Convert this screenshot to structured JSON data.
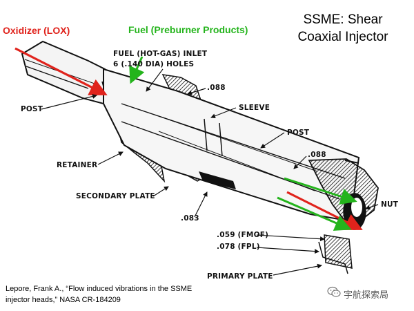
{
  "title": {
    "line1": "SSME: Shear",
    "line2": "Coaxial  Injector"
  },
  "flow_labels": {
    "oxidizer": "Oxidizer (LOX)",
    "fuel": "Fuel (Preburner Products)"
  },
  "callouts": {
    "fuel_inlet_line1": "FUEL (HOT-GAS) INLET",
    "fuel_inlet_line2": "6 (.140 DIA) HOLES",
    "dim_088_top": ".088",
    "sleeve": "SLEEVE",
    "post_left": "POST",
    "post_right": "POST",
    "dim_088_right": ".088",
    "retainer": "RETAINER",
    "secondary_plate": "SECONDARY PLATE",
    "nut": "NUT",
    "dim_083": ".083",
    "dim_059": ".059 (FMOF)",
    "dim_078": ".078 (FPL)",
    "primary_plate": "PRIMARY PLATE"
  },
  "citation": {
    "line1": "Lepore, Frank A., “Flow induced vibrations in the SSME",
    "line2": "injector heads,” NASA CR-184209"
  },
  "watermark": {
    "text": "宇航探索局",
    "icon": "wechat-icon"
  },
  "colors": {
    "oxidizer_arrow": "#e0231c",
    "fuel_arrow": "#24b41c",
    "drawing": "#111111"
  }
}
